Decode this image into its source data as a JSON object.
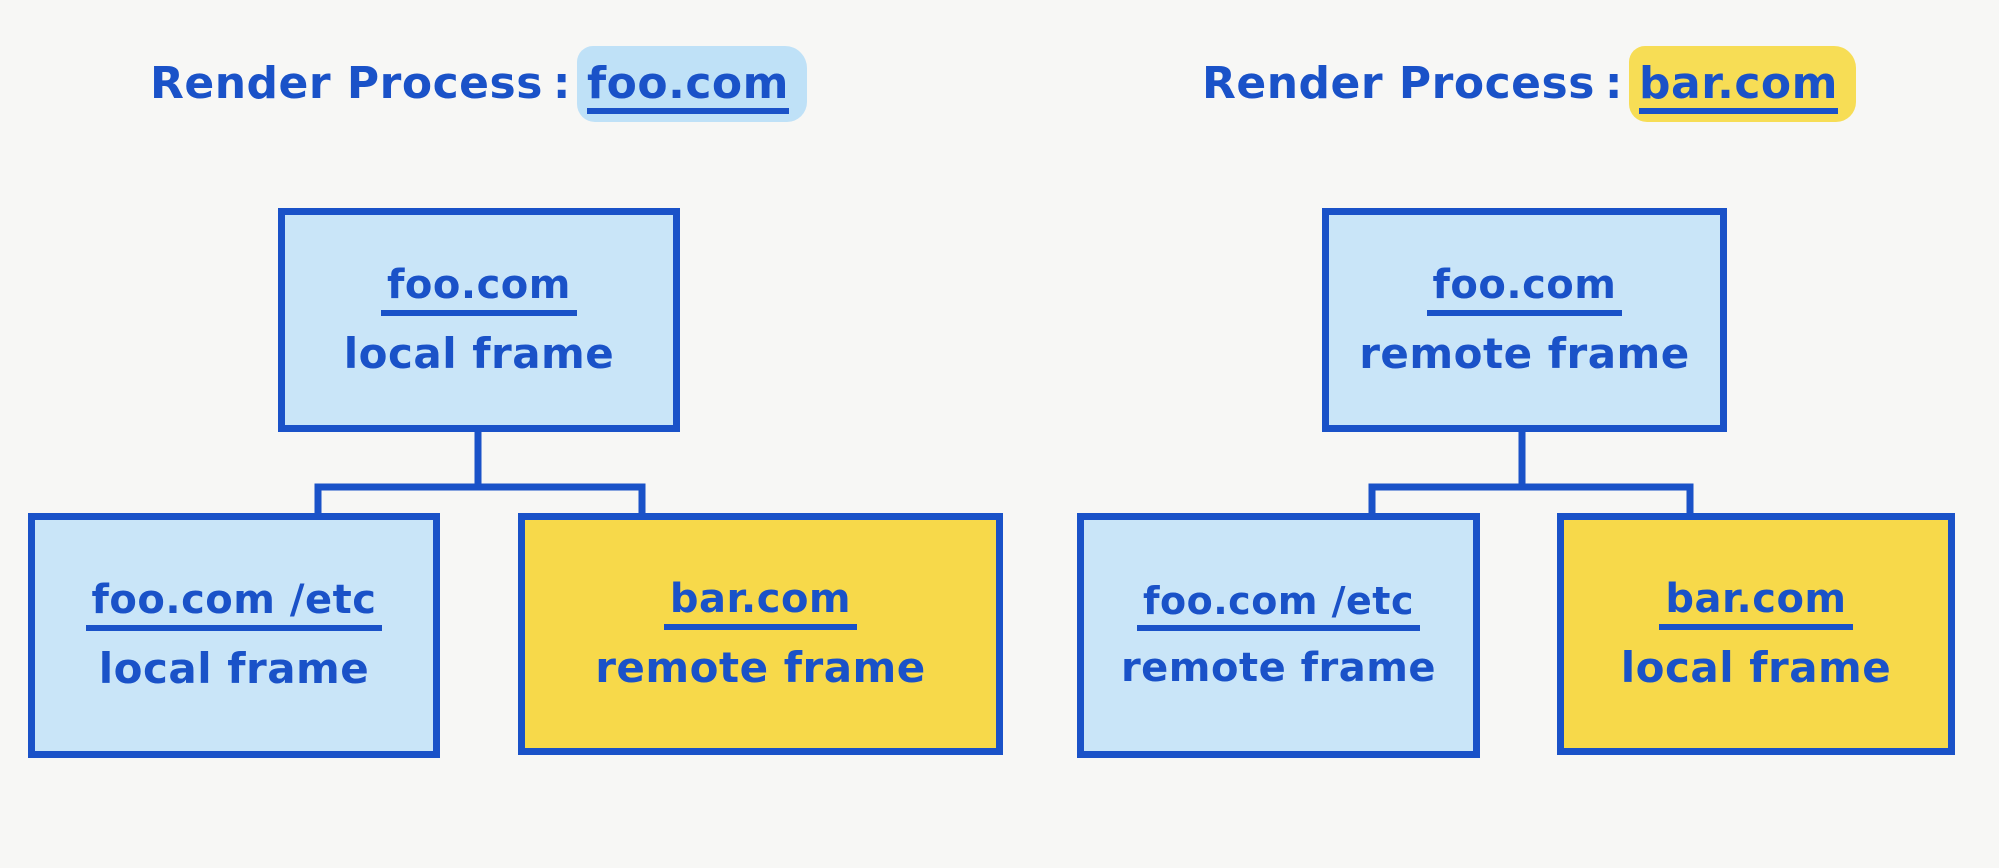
{
  "theme": {
    "background": "#f7f7f5",
    "ink": "#1a52c8",
    "blue_fill": "#c9e5f8",
    "yellow_fill": "#f7d94a",
    "blue_highlight": "#bfe1f7",
    "yellow_highlight": "#f7dd55"
  },
  "diagram": {
    "type": "tree",
    "processes": [
      {
        "title_prefix": "Render Process",
        "title_separator": ":",
        "title_origin": "foo.com",
        "title_highlight": "blue",
        "nodes": {
          "root": {
            "origin": "foo.com",
            "kind": "local frame",
            "fill": "blue"
          },
          "child_left": {
            "origin": "foo.com /etc",
            "kind": "local frame",
            "fill": "blue"
          },
          "child_right": {
            "origin": "bar.com",
            "kind": "remote frame",
            "fill": "yellow"
          }
        }
      },
      {
        "title_prefix": "Render Process",
        "title_separator": ":",
        "title_origin": "bar.com",
        "title_highlight": "yellow",
        "nodes": {
          "root": {
            "origin": "foo.com",
            "kind": "remote frame",
            "fill": "blue"
          },
          "child_left": {
            "origin": "foo.com /etc",
            "kind": "remote frame",
            "fill": "blue"
          },
          "child_right": {
            "origin": "bar.com",
            "kind": "local frame",
            "fill": "yellow"
          }
        }
      }
    ]
  }
}
